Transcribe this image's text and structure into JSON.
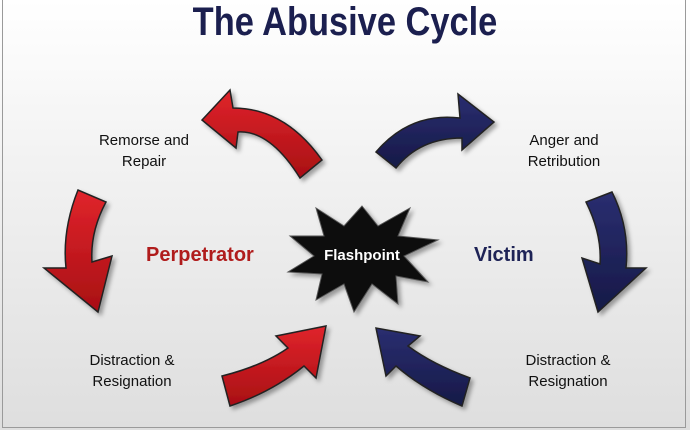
{
  "title": "The Abusive Cycle",
  "labels": {
    "remorse": "Remorse and\nRepair",
    "anger": "Anger and\nRetribution",
    "distraction_left": "Distraction &\nResignation",
    "distraction_right": "Distraction &\nResignation"
  },
  "roles": {
    "perpetrator": "Perpetrator",
    "victim": "Victim"
  },
  "center": "Flashpoint",
  "colors": {
    "red": "#c0161c",
    "navy": "#1d2059",
    "title": "#1b1f4f"
  }
}
